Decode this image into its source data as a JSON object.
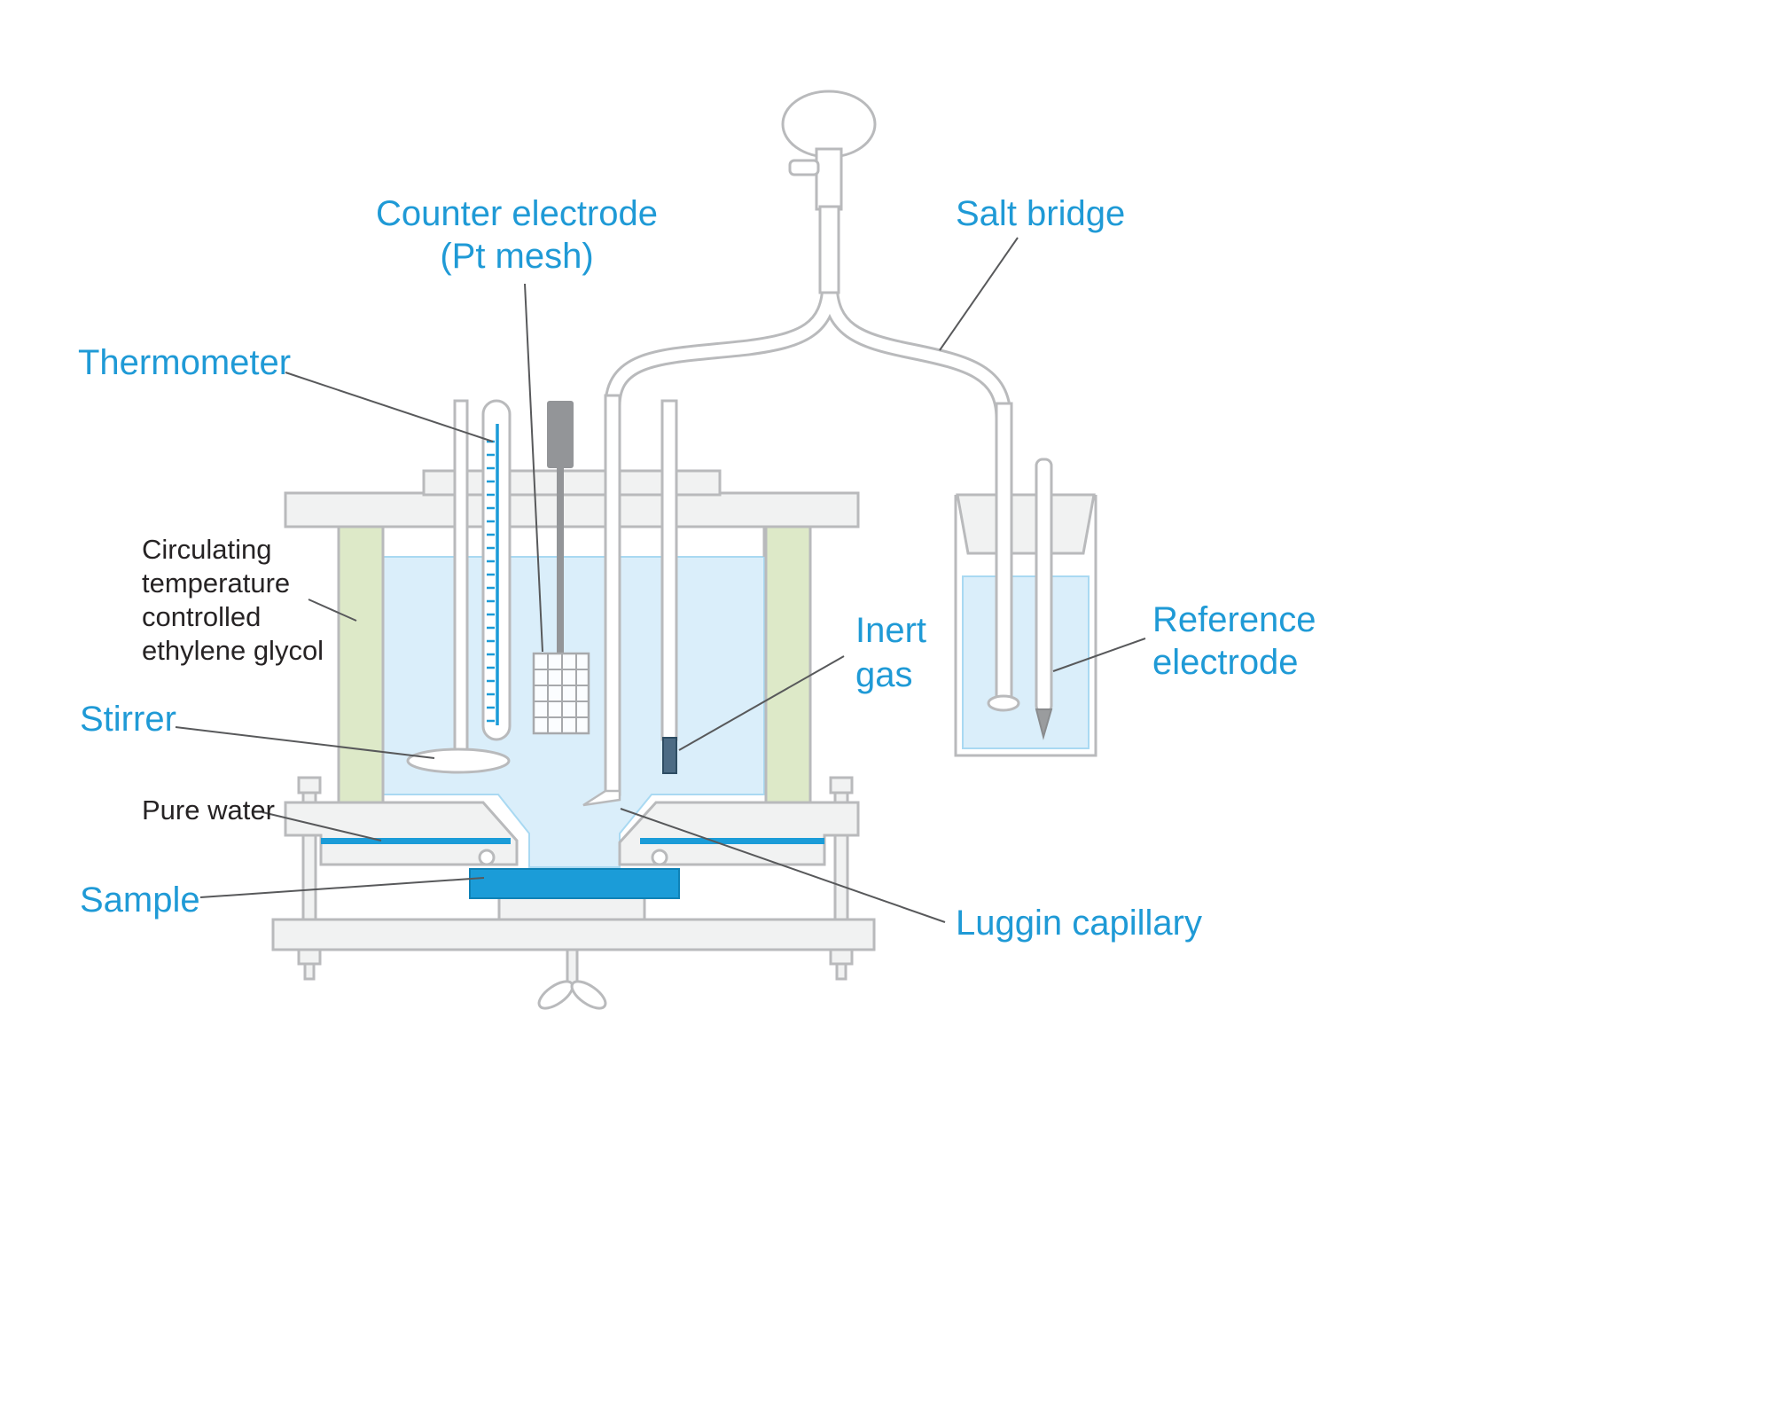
{
  "diagram": {
    "labels": {
      "counter_electrode": {
        "line1": "Counter electrode",
        "line2": "(Pt mesh)"
      },
      "salt_bridge": "Salt bridge",
      "thermometer": "Thermometer",
      "jacket": {
        "line1": "Circulating",
        "line2": "temperature",
        "line3": "controlled",
        "line4": "ethylene glycol"
      },
      "stirrer": "Stirrer",
      "pure_water": "Pure water",
      "sample": "Sample",
      "inert_gas": {
        "line1": "Inert",
        "line2": "gas"
      },
      "reference_electrode": {
        "line1": "Reference",
        "line2": "electrode"
      },
      "luggin_capillary": "Luggin capillary"
    },
    "colors": {
      "label_blue": "#1f9ad6",
      "text_black": "#262324",
      "outline_gray": "#b9babc",
      "plate_gray": "#f1f2f2",
      "liquid_blue": "#daeefa",
      "liquid_edge": "#a9d9f2",
      "jacket_green": "#dde9c8",
      "accent_blue": "#1b9cd8",
      "leader_gray": "#58595b",
      "part_gray": "#939598",
      "frit_dark": "#4c6b84"
    }
  }
}
